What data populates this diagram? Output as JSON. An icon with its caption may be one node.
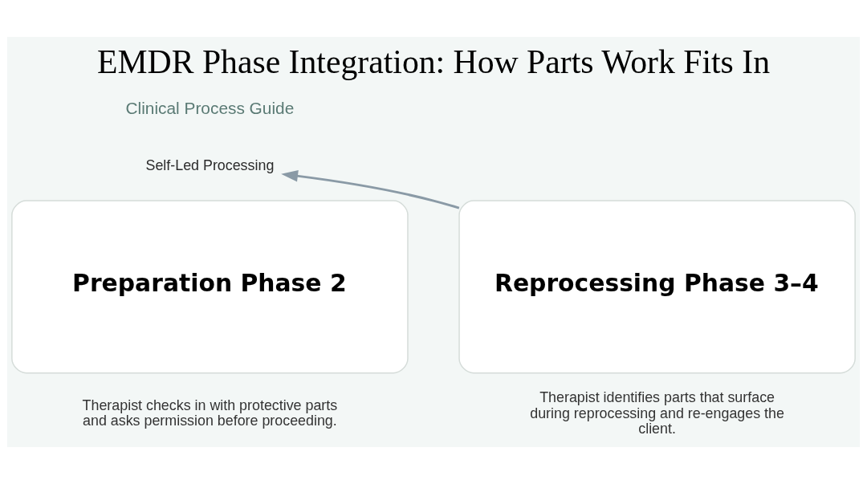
{
  "diagram": {
    "title": "EMDR Phase Integration: How Parts Work Fits In",
    "nodes": [
      {
        "text": [
          "Preparation Phase 2"
        ],
        "beside": [
          "Therapist checks in with protective parts and asks permission before proceeding."
        ]
      },
      {
        "text": [
          "Reprocessing Phase 3–4"
        ],
        "beside": [
          "Therapist identifies parts that surface during reprocessing and re-engages the client."
        ]
      },
      {
        "text": [
          "Self-Led Processing"
        ]
      }
    ],
    "edges": [
      {
        "from": 1,
        "to": 2,
        "arrow": "to"
      }
    ],
    "labels": [
      "Clinical Process Guide"
    ]
  }
}
